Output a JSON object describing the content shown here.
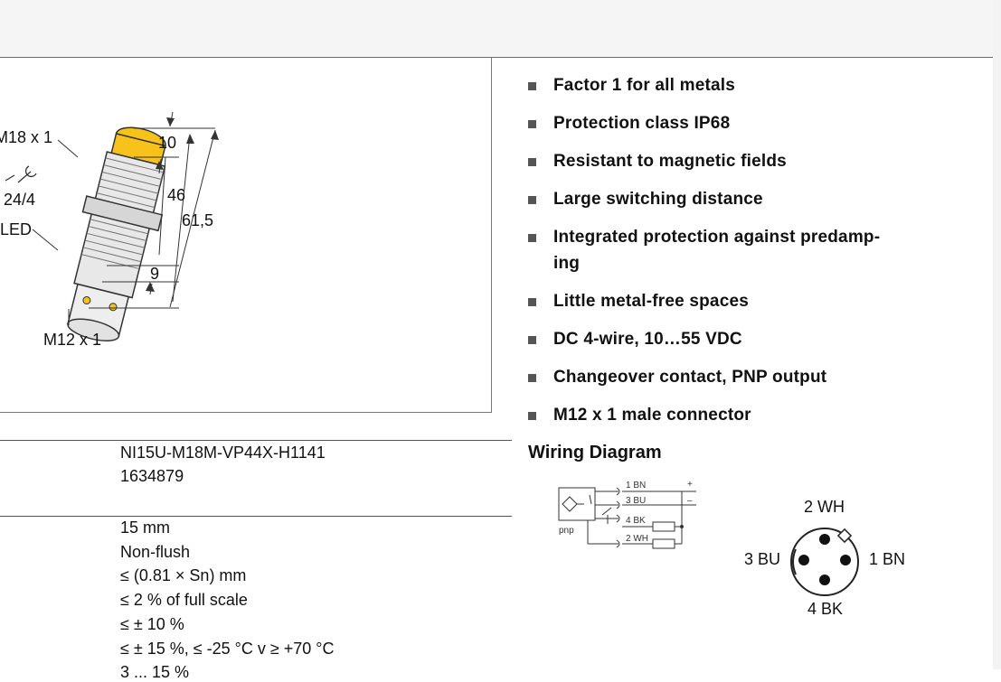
{
  "drawing": {
    "thread_top": "M18 x 1",
    "wrench_size": "24/4",
    "led_label": "LED",
    "thread_bottom": "M12 x 1",
    "dim_10": "10",
    "dim_46": "46",
    "dim_615": "61,5",
    "dim_9": "9"
  },
  "features": [
    "Factor 1 for all metals",
    "Protection class IP68",
    "Resistant to magnetic fields",
    "Large switching distance",
    "Integrated protection against predamp-",
    "Little metal-free spaces",
    "DC 4-wire, 10…55 VDC",
    "Changeover contact, PNP output",
    "M12 x 1 male connector"
  ],
  "feature_continuation": "ing",
  "product": {
    "type_code": "NI15U-M18M-VP44X-H1141",
    "ident_no": "1634879"
  },
  "specs": [
    "15 mm",
    "Non-flush",
    "≤ (0.81 × Sn) mm",
    "≤ 2 % of full scale",
    "≤ ± 10 %",
    "≤ ± 15 %, ≤ -25 °C v ≥ +70 °C",
    "3 ... 15 %"
  ],
  "wiring": {
    "title": "Wiring Diagram",
    "schematic_wires": [
      "1 BN",
      "3 BU",
      "4 BK",
      "2 WH"
    ],
    "plus": "+",
    "minus": "–",
    "pnp": "pnp",
    "pins": {
      "top": "2 WH",
      "left": "3 BU",
      "right": "1 BN",
      "bottom": "4 BK"
    }
  },
  "colors": {
    "sensor_cap": "#f7c21a",
    "line": "#333333"
  }
}
